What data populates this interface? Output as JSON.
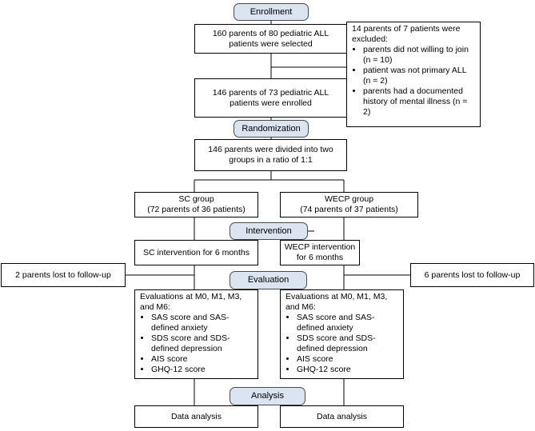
{
  "stages": {
    "enrollment": "Enrollment",
    "randomization": "Randomization",
    "intervention": "Intervention",
    "evaluation": "Evaluation",
    "analysis": "Analysis"
  },
  "selected": "160 parents of 80 pediatric ALL patients were selected",
  "excluded": {
    "heading": "14 parents of 7 patients were excluded:",
    "items": [
      "parents did not willing to join (n = 10)",
      "patient was not primary ALL (n = 2)",
      "parents had a documented history of mental illness (n = 2)"
    ]
  },
  "enrolled": "146 parents of 73 pediatric ALL patients were enrolled",
  "divided": "146 parents were divided into two groups in a ratio of 1:1",
  "sc_group": {
    "title": "SC group",
    "detail": "(72 parents of 36 patients)"
  },
  "wecp_group": {
    "title": "WECP group",
    "detail": "(74 parents of 37 patients)"
  },
  "sc_intervention": "SC intervention for 6 months",
  "wecp_intervention": "WECP intervention for 6 months",
  "lost_left": "2 parents lost to follow-up",
  "lost_right": "6 parents lost to follow-up",
  "evaluations": {
    "heading": "Evaluations at M0, M1, M3, and M6:",
    "items": [
      "SAS score and SAS-defined anxiety",
      "SDS score and SDS-defined depression",
      "AIS score",
      "GHQ-12 score"
    ]
  },
  "data_analysis": "Data analysis"
}
